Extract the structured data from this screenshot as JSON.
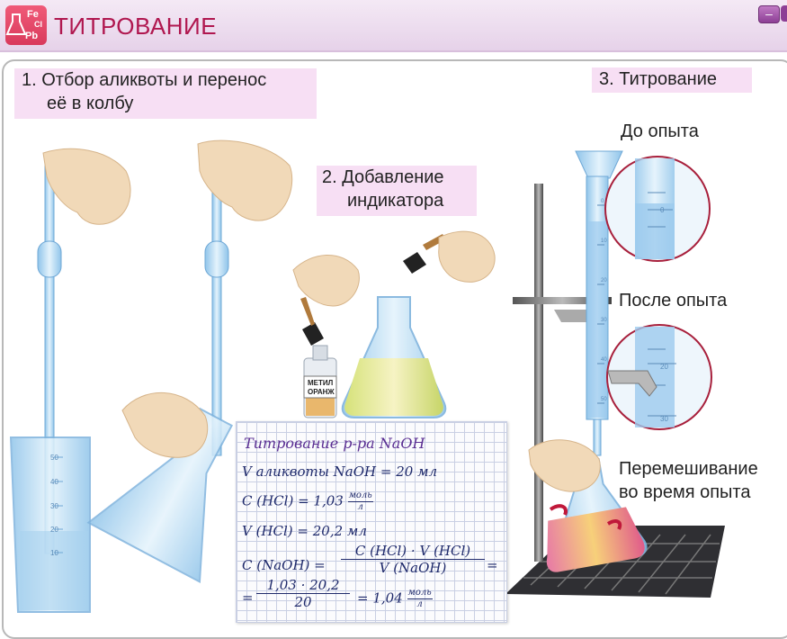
{
  "header": {
    "icon_symbols": [
      "Fe",
      "Cl",
      "Pb"
    ],
    "title": "ТИТРОВАНИЕ",
    "minimize_label": "–"
  },
  "steps": {
    "step1": "1. Отбор аликвоты и перенос",
    "step1_line2": "её в колбу",
    "step2": "2. Добавление",
    "step2_line2": "индикатора",
    "step3": "3. Титрование"
  },
  "callouts": {
    "before": "До опыта",
    "after": "После опыта",
    "mixing": "Перемешивание",
    "mixing_line2": "во время опыта"
  },
  "bottle_label": [
    "МЕТИЛ",
    "ОРАНЖ"
  ],
  "burette_scale": {
    "before_reading": "0",
    "after_reading_top": "20",
    "after_reading_bottom": "30",
    "tube_ticks": [
      "0",
      "10",
      "20",
      "30",
      "40",
      "50"
    ]
  },
  "cylinder_ticks": [
    "50",
    "40",
    "30",
    "20",
    "10"
  ],
  "notebook": {
    "title": "Титрование р-ра NaOH",
    "line1": "V  аликвоты NaOH = 20 мл",
    "line2_prefix": "C (HCl) = 1,03",
    "unit_num": "моль",
    "unit_den": "л",
    "line3": "V (HCl) = 20,2 мл",
    "line4_lhs": "C (NaOH) =",
    "line4_num": "C (HCl) · V (HCl)",
    "line4_den": "V (NaOH)",
    "line4_eq": "=",
    "line5_eq": "=",
    "line5_num": "1,03 · 20,2",
    "line5_den": "20",
    "line5_result": "= 1,04"
  },
  "colors": {
    "title": "#b0174f",
    "label_bg": "#f7dff4",
    "glass": "#b9dcf2",
    "notebook_ink": "#1f2a6b"
  }
}
